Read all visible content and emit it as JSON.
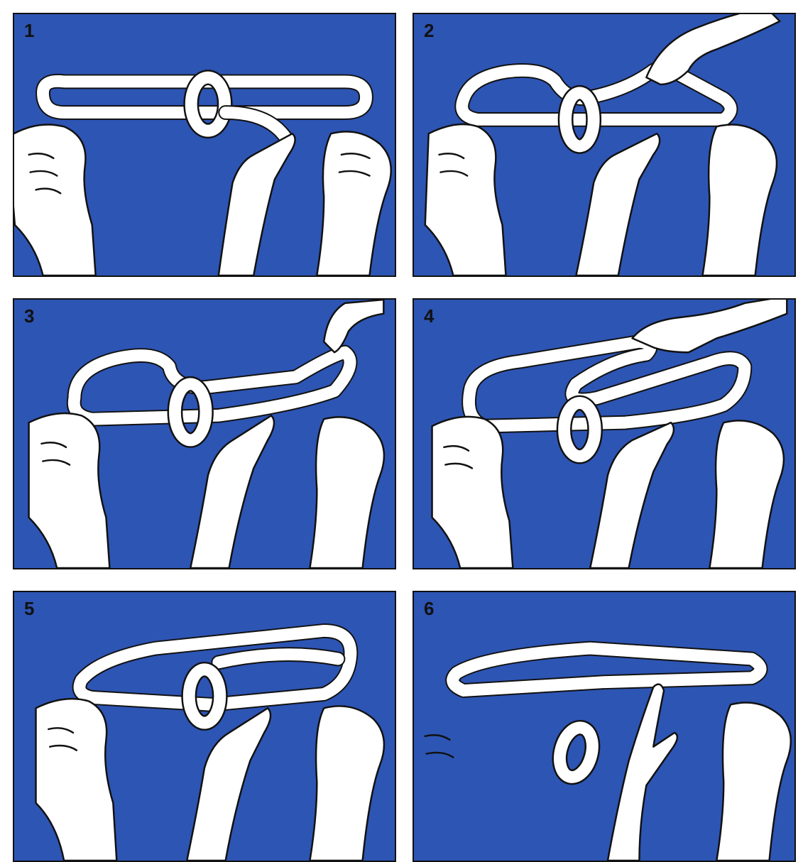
{
  "panels": [
    {
      "step": "1"
    },
    {
      "step": "2"
    },
    {
      "step": "3"
    },
    {
      "step": "4"
    },
    {
      "step": "5"
    },
    {
      "step": "6"
    }
  ],
  "colors": {
    "panel_background": "#2d55b4",
    "rope": "#ffffff",
    "outline": "#111111"
  },
  "icons": {
    "hand": "hand-icon",
    "rope": "rope-loop-icon",
    "ring": "ring-icon"
  }
}
